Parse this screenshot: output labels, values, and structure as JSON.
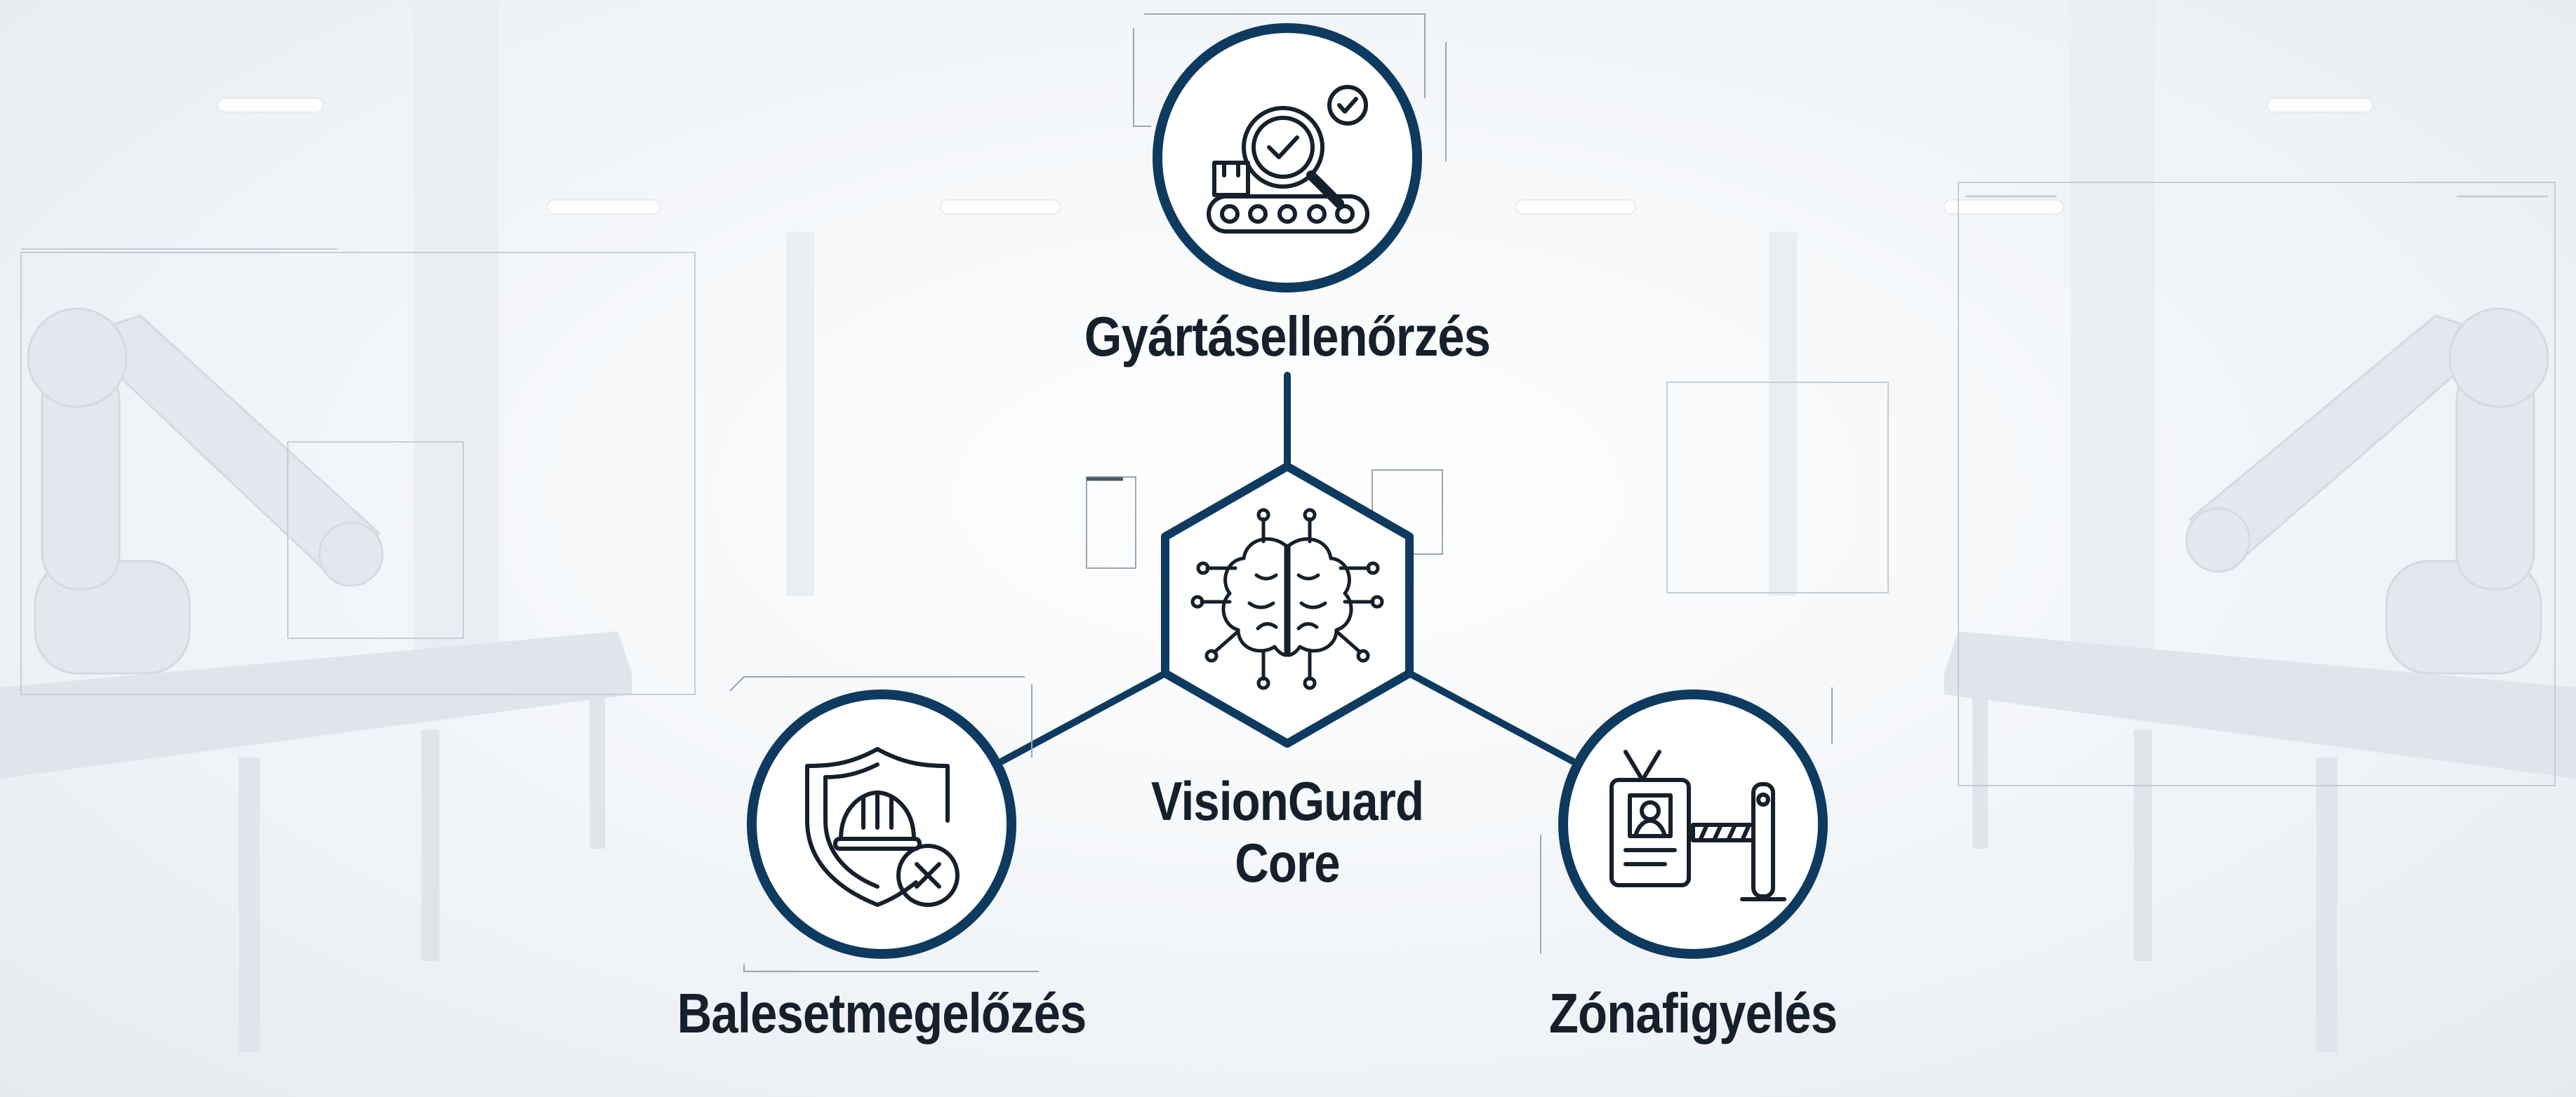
{
  "center_node": {
    "title_line1": "VisionGuard",
    "title_line2": "Core",
    "icon": "brain-circuit-icon"
  },
  "nodes": [
    {
      "id": "top",
      "label": "Gyártásellenőrzés",
      "icon": "conveyor-inspection-icon"
    },
    {
      "id": "left",
      "label": "Balesetmegelőzés",
      "icon": "safety-shield-helmet-icon"
    },
    {
      "id": "right",
      "label": "Zónafigyelés",
      "icon": "badge-barrier-icon"
    }
  ],
  "colors": {
    "accent": "#0e3a5f",
    "text": "#16202c",
    "node_fill": "#ffffff",
    "background": "#f2f5f8"
  }
}
